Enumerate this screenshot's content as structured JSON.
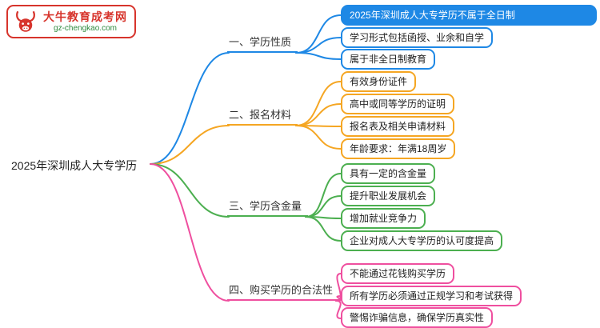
{
  "logo": {
    "title": "大牛教育成考网",
    "subtitle": "gz-chengkao.com",
    "brand_red": "#d7342c",
    "brand_green": "#2e8a3e"
  },
  "root": {
    "label": "2025年深圳成人大专学历"
  },
  "branches": [
    {
      "label": "一、学历性质",
      "color": "#1e88e5",
      "leaves": [
        {
          "label": "2025年深圳成人大专学历不属于全日制"
        },
        {
          "label": "学习形式包括函授、业余和自学"
        },
        {
          "label": "属于非全日制教育"
        }
      ]
    },
    {
      "label": "二、报名材料",
      "color": "#f5a623",
      "leaves": [
        {
          "label": "有效身份证件"
        },
        {
          "label": "高中或同等学历的证明"
        },
        {
          "label": "报名表及相关申请材料"
        },
        {
          "label": "年龄要求：年满18周岁"
        }
      ]
    },
    {
      "label": "三、学历含金量",
      "color": "#4caf50",
      "leaves": [
        {
          "label": "具有一定的含金量"
        },
        {
          "label": "提升职业发展机会"
        },
        {
          "label": "增加就业竞争力"
        },
        {
          "label": "企业对成人大专学历的认可度提高"
        }
      ]
    },
    {
      "label": "四、购买学历的合法性",
      "color": "#ef4f9f",
      "leaves": [
        {
          "label": "不能通过花钱购买学历"
        },
        {
          "label": "所有学历必须通过正规学习和考试获得"
        },
        {
          "label": "警惕诈骗信息，确保学历真实性"
        }
      ]
    }
  ]
}
